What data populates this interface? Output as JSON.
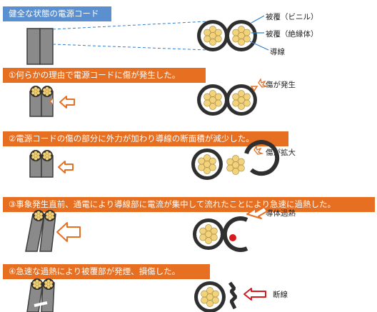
{
  "colors": {
    "header_blue": "#5a8fd0",
    "step_orange": "#e66f22",
    "cable_gray": "#8a8a8a",
    "sheath_dark": "#3c3c3c",
    "conductor_yellow": "#f2d27a",
    "damage_red": "#d8191e",
    "leader_line_blue": "#2f7fd0"
  },
  "header": {
    "title": "健全な状態の電源コード"
  },
  "callouts": {
    "vinyl": "被覆（ビニル）",
    "insulation": "被覆（絶縁体）",
    "conductor": "導線"
  },
  "steps": [
    {
      "title": "①何らかの理由で電源コードに傷が発生した。",
      "note": "傷が発生"
    },
    {
      "title": "②電源コードの傷の部分に外力が加わり導線の断面積が減少した。",
      "note": "傷が拡大"
    },
    {
      "title": "③事象発生直前、通電により導線部に電流が集中して流れたことにより急速に過熱した。",
      "note": "導体過熱"
    },
    {
      "title": "④急速な過熱により被覆部が発煙、損傷した。",
      "note": "断線"
    }
  ]
}
